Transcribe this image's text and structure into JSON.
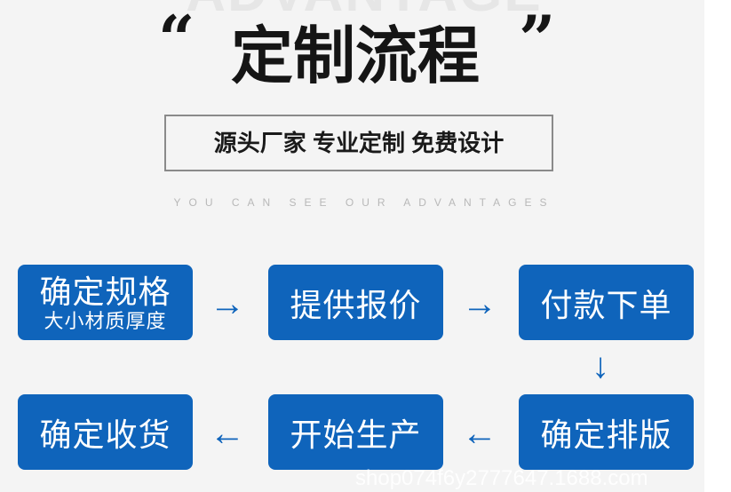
{
  "header": {
    "watermark": "ADVANTAGE",
    "title": "定制流程",
    "open_quote": "“",
    "close_quote": "”",
    "subtitle": "源头厂家 专业定制 免费设计",
    "tagline": "YOU CAN SEE OUR ADVANTAGES"
  },
  "steps": [
    {
      "label": "确定规格",
      "sub": "大小材质厚度"
    },
    {
      "label": "提供报价"
    },
    {
      "label": "付款下单"
    },
    {
      "label": "确定排版"
    },
    {
      "label": "开始生产"
    },
    {
      "label": "确定收货"
    }
  ],
  "arrows": {
    "right": "→",
    "down": "↓",
    "left": "←"
  },
  "watermark_url": "shop074f6y2777647.1688.com",
  "colors": {
    "accent": "#0f64bb",
    "background": "#f4f4f4"
  }
}
